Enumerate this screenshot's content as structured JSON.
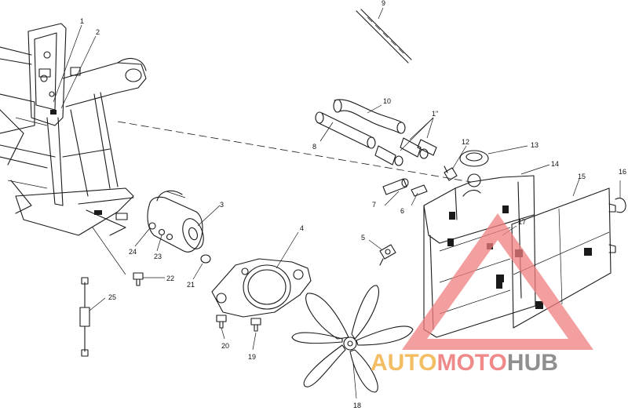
{
  "diagram": {
    "callouts": [
      {
        "id": "c1",
        "text": "1"
      },
      {
        "id": "c2",
        "text": "2"
      },
      {
        "id": "c3",
        "text": "3"
      },
      {
        "id": "c4",
        "text": "4"
      },
      {
        "id": "c5",
        "text": "5"
      },
      {
        "id": "c6",
        "text": "6"
      },
      {
        "id": "c7",
        "text": "7"
      },
      {
        "id": "c8",
        "text": "8"
      },
      {
        "id": "c9",
        "text": "9"
      },
      {
        "id": "c10",
        "text": "10"
      },
      {
        "id": "c1b",
        "text": "1\""
      },
      {
        "id": "c12",
        "text": "12"
      },
      {
        "id": "c13",
        "text": "13"
      },
      {
        "id": "c14",
        "text": "14"
      },
      {
        "id": "c15",
        "text": "15"
      },
      {
        "id": "c16",
        "text": "16"
      },
      {
        "id": "c17",
        "text": "17"
      },
      {
        "id": "c18",
        "text": "18"
      },
      {
        "id": "c19",
        "text": "19"
      },
      {
        "id": "c20",
        "text": "20"
      },
      {
        "id": "c21",
        "text": "21"
      },
      {
        "id": "c22",
        "text": "22"
      },
      {
        "id": "c23",
        "text": "23"
      },
      {
        "id": "c24",
        "text": "24"
      },
      {
        "id": "c25",
        "text": "25"
      }
    ]
  },
  "watermark": {
    "part1": "AUTO",
    "part2": "MOTO",
    "part3": "HUB",
    "color_auto": "#f3bd63",
    "color_moto": "#f08a8a",
    "color_hub": "#8f8f8f",
    "triangle_color": "#f07f7f"
  }
}
